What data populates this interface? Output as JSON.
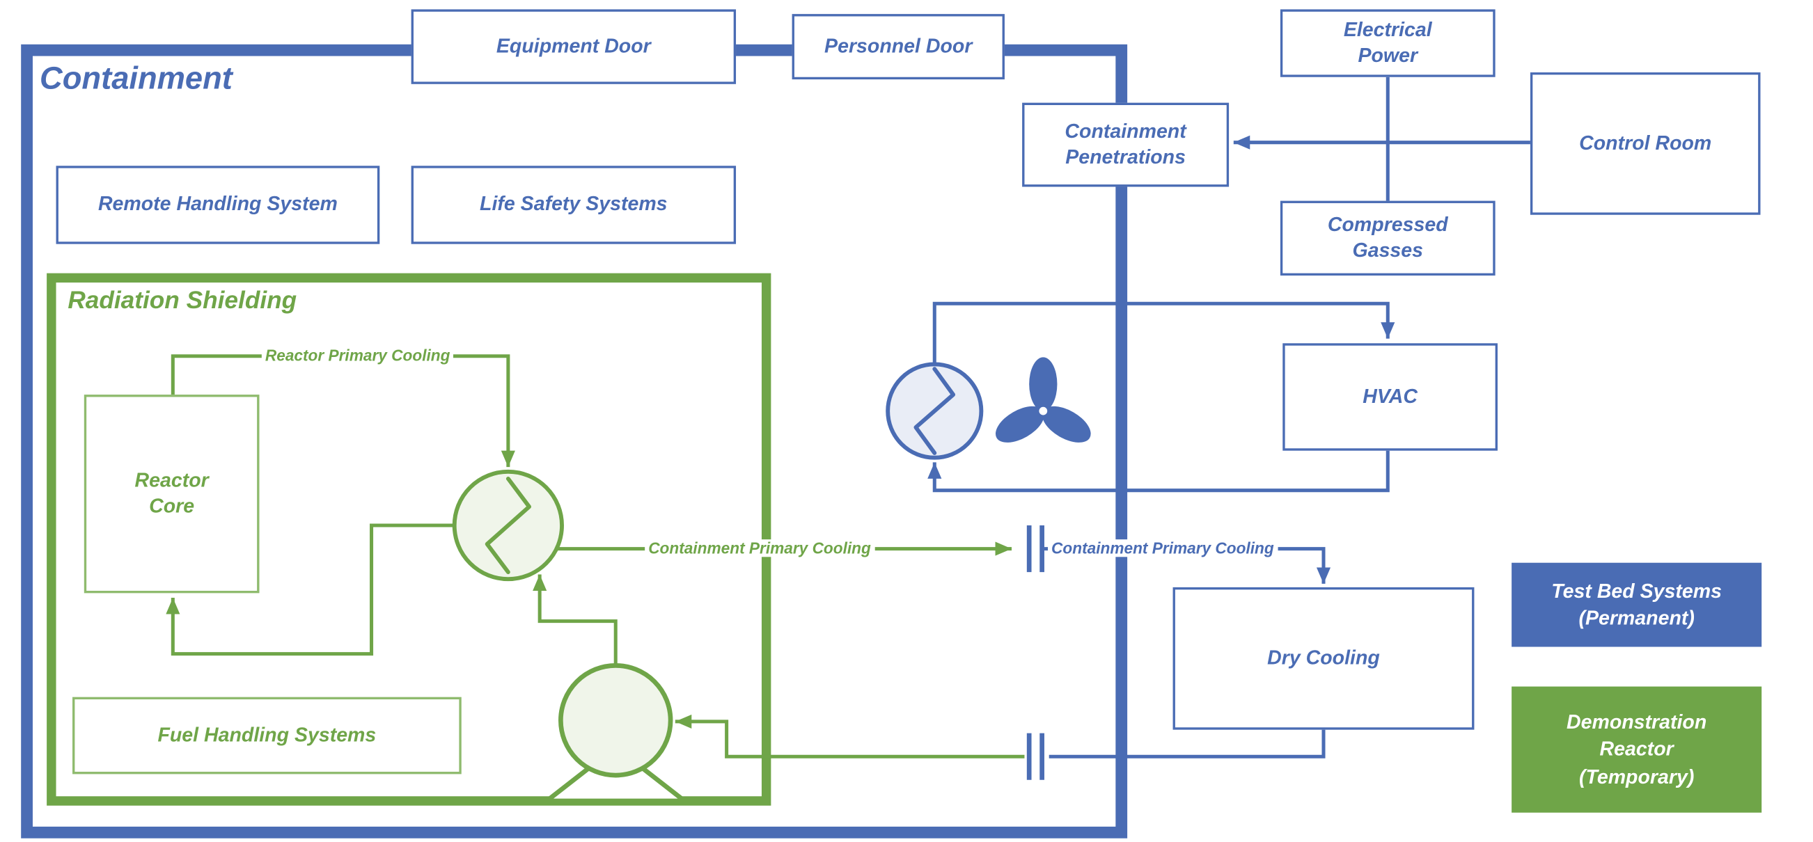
{
  "colors": {
    "blue": "#4a6cb4",
    "green": "#6fa548",
    "greenlight": "#8fbb6e"
  },
  "labels": {
    "containment": "Containment",
    "radiation_shielding": "Radiation Shielding",
    "equipment_door": "Equipment Door",
    "personnel_door": "Personnel Door",
    "electrical_power": "Electrical Power",
    "control_room": "Control Room",
    "containment_penetrations": "Containment Penetrations",
    "compressed_gasses": "Compressed Gasses",
    "remote_handling_system": "Remote Handling System",
    "life_safety_systems": "Life Safety Systems",
    "hvac": "HVAC",
    "dry_cooling": "Dry Cooling",
    "fuel_handling_systems": "Fuel Handling Systems",
    "reactor_core": "Reactor Core",
    "reactor_primary_cooling": "Reactor Primary Cooling",
    "containment_primary_cooling_in": "Containment Primary Cooling",
    "containment_primary_cooling_out": "Containment Primary Cooling"
  },
  "legend": {
    "test_bed": {
      "label": "Test Bed Systems (Permanent)",
      "color": "#4a6cb4"
    },
    "demo_reactor": {
      "label": "Demonstration Reactor (Temporary)",
      "color": "#6fa548"
    }
  }
}
